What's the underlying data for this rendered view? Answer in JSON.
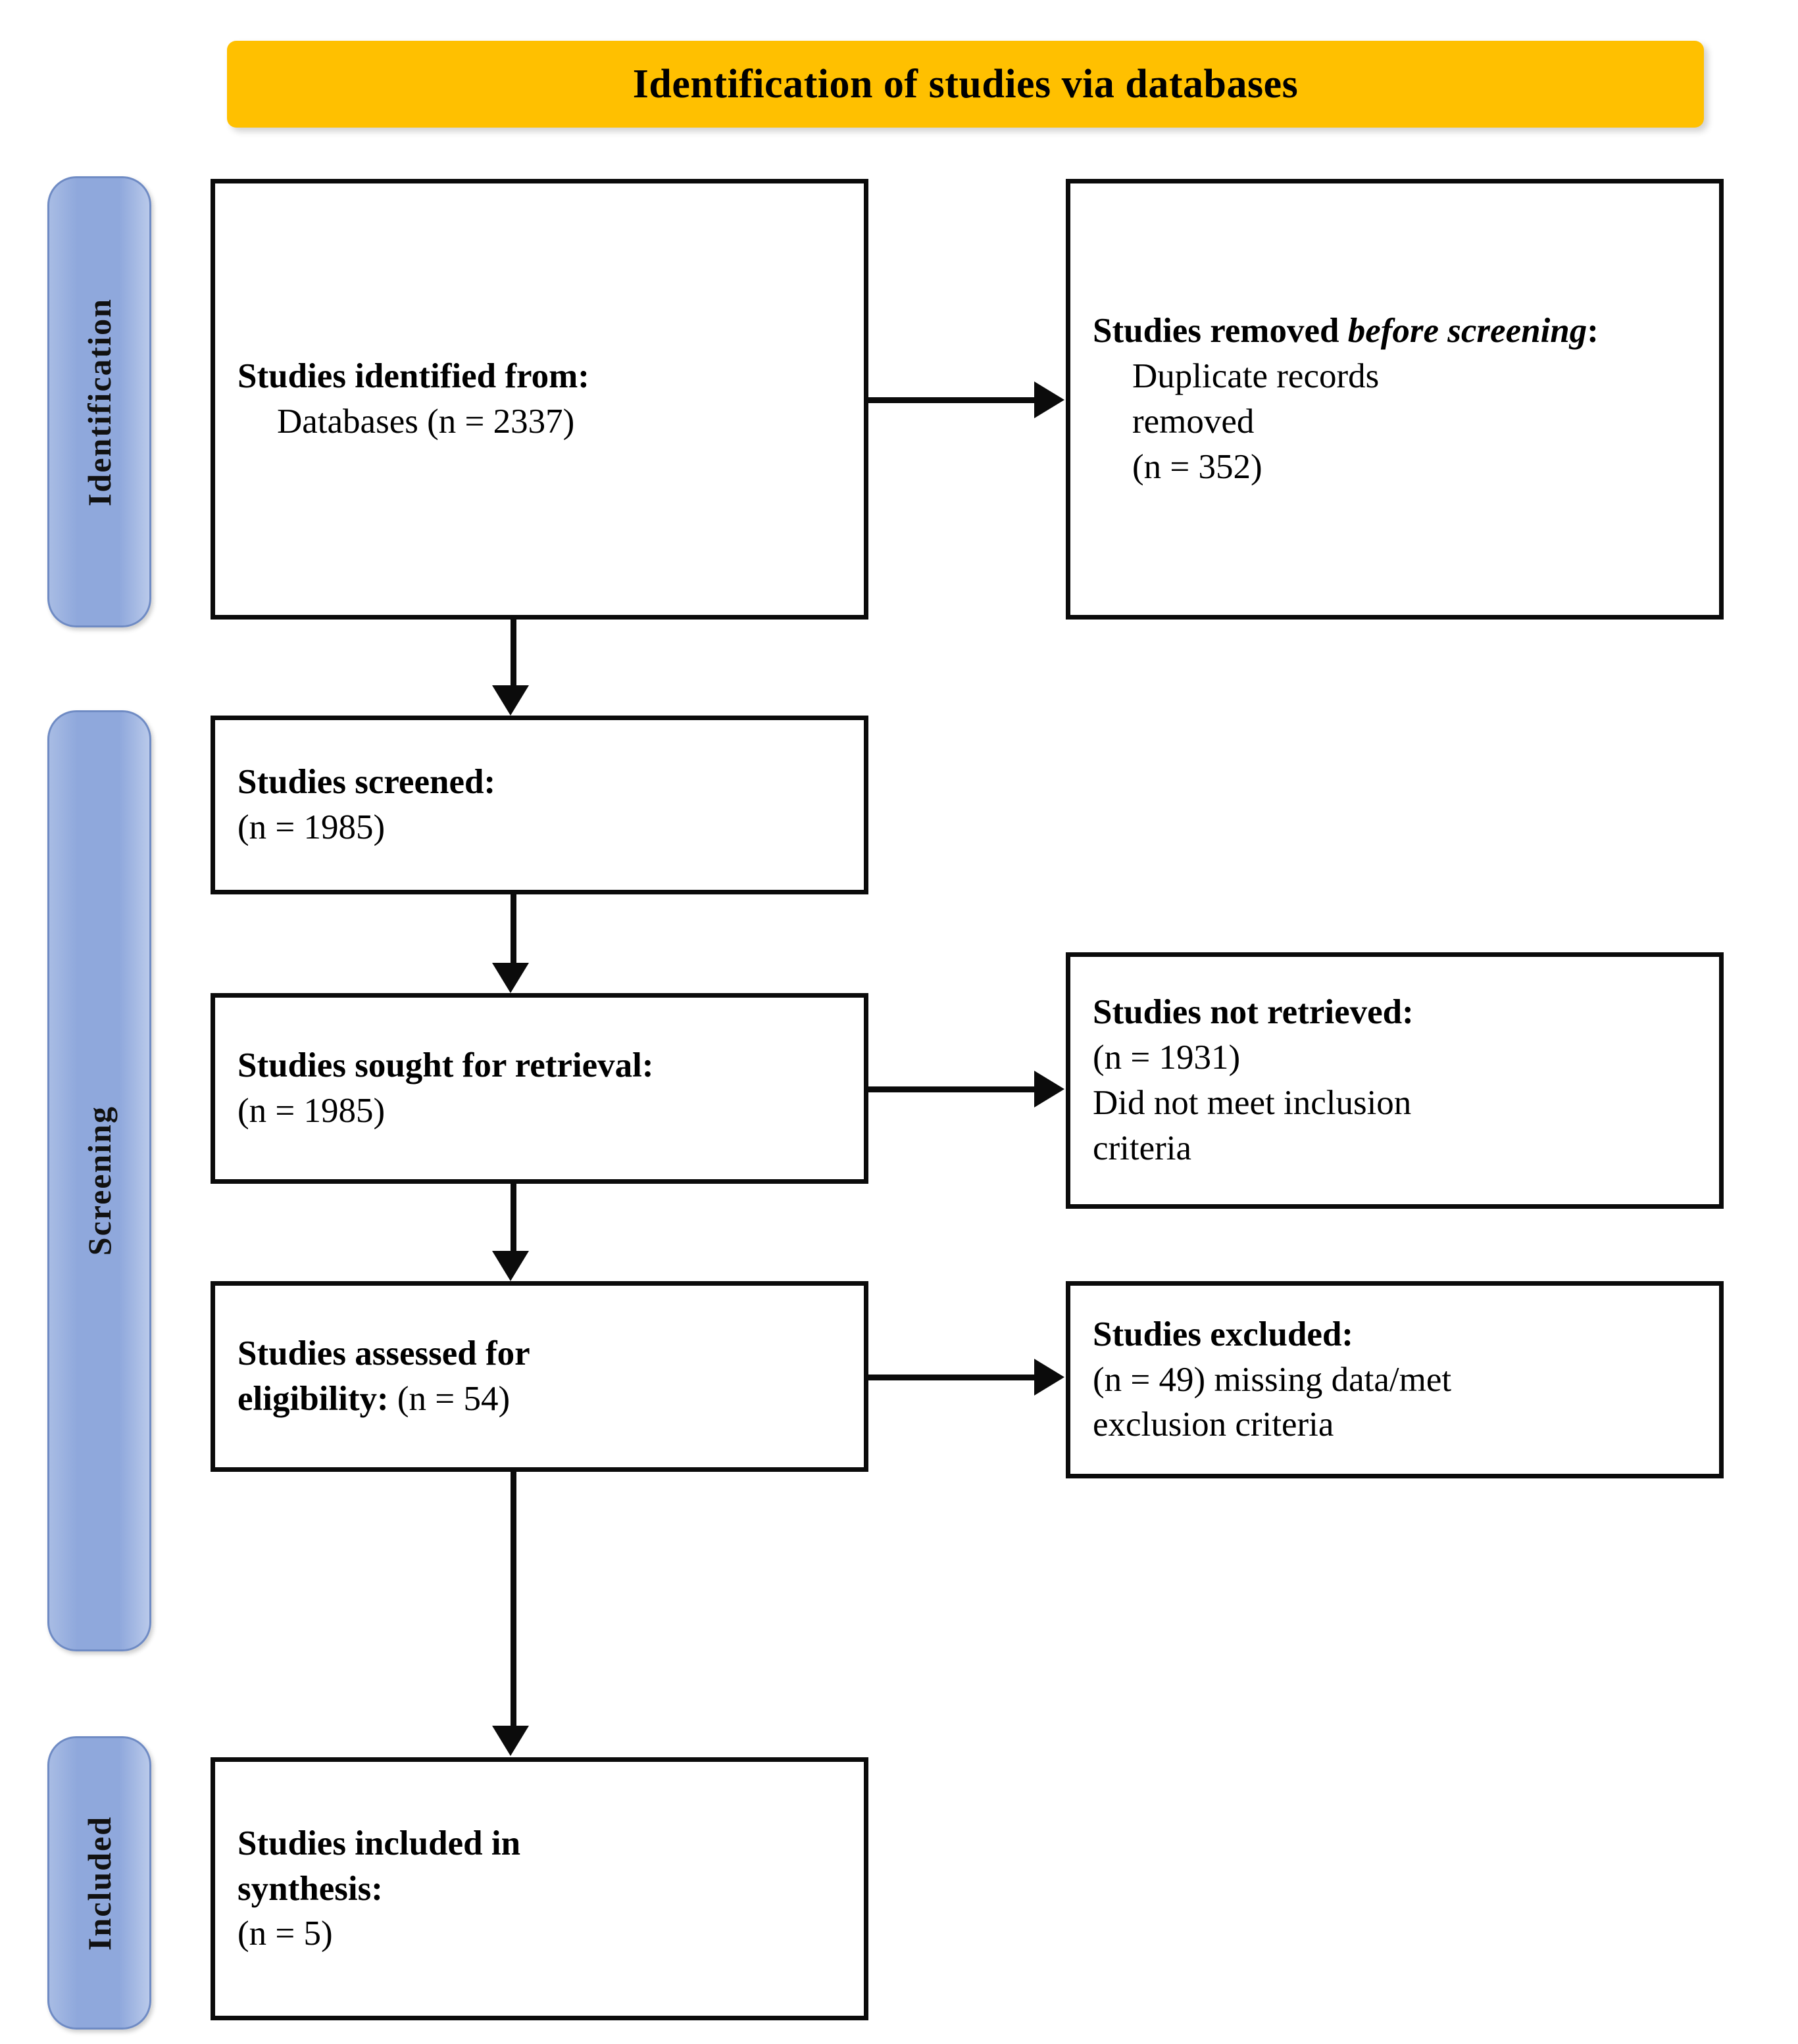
{
  "banner": {
    "title": "Identification of studies via databases",
    "color": "#FFC000"
  },
  "rails": {
    "color": "#8FA8DC",
    "items": [
      {
        "label": "Identification"
      },
      {
        "label": "Screening"
      },
      {
        "label": "Included"
      }
    ]
  },
  "boxes": {
    "identified": {
      "line1": "Studies identified from:",
      "line2": "Databases (n = 2337)"
    },
    "removed": {
      "line1_a": "Studies removed ",
      "line1_b": "before screening",
      "line1_c": ":",
      "line2": "Duplicate records",
      "line3": "removed",
      "line4": "(n = 352)"
    },
    "screened": {
      "line1": "Studies screened:",
      "line2": "(n = 1985)"
    },
    "sought": {
      "line1": "Studies sought for retrieval:",
      "line2": "(n = 1985)"
    },
    "not_retrieved": {
      "line1": "Studies not retrieved:",
      "line2": "(n = 1931)",
      "line3": "Did not meet inclusion",
      "line4": "criteria"
    },
    "assessed": {
      "line1": "Studies assessed for",
      "line2_a": "eligibility:",
      "line2_b": " (n = 54)"
    },
    "excluded": {
      "line1": "Studies excluded:",
      "line2": "(n = 49) missing data/met",
      "line3": "exclusion criteria"
    },
    "included": {
      "line1": "Studies included in",
      "line2": "synthesis:",
      "line3": "(n = 5)"
    }
  },
  "chart_data": {
    "type": "diagram",
    "title": "Identification of studies via databases",
    "stages": [
      {
        "stage": "Identification",
        "nodes": [
          {
            "label": "Studies identified from: Databases",
            "n": 2337
          },
          {
            "label": "Studies removed before screening: Duplicate records removed",
            "n": 352
          }
        ]
      },
      {
        "stage": "Screening",
        "nodes": [
          {
            "label": "Studies screened",
            "n": 1985
          },
          {
            "label": "Studies sought for retrieval",
            "n": 1985
          },
          {
            "label": "Studies not retrieved: Did not meet inclusion criteria",
            "n": 1931
          },
          {
            "label": "Studies assessed for eligibility",
            "n": 54
          },
          {
            "label": "Studies excluded: missing data/met exclusion criteria",
            "n": 49
          }
        ]
      },
      {
        "stage": "Included",
        "nodes": [
          {
            "label": "Studies included in synthesis",
            "n": 5
          }
        ]
      }
    ]
  }
}
